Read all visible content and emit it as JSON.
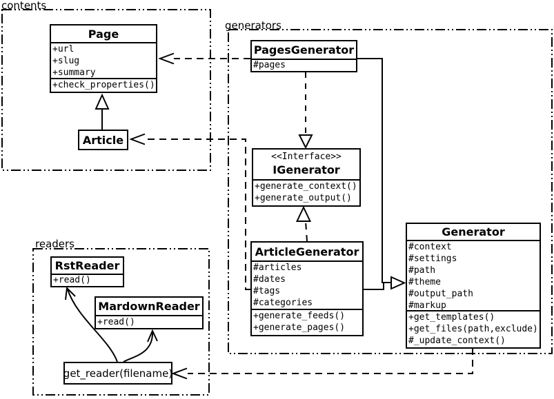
{
  "packages": {
    "contents": {
      "label": "contents"
    },
    "generators": {
      "label": "generators"
    },
    "readers": {
      "label": "readers"
    }
  },
  "classes": {
    "page": {
      "name": "Page",
      "attrs": [
        "+url",
        "+slug",
        "+summary"
      ],
      "methods": [
        "+check_properties()"
      ]
    },
    "article": {
      "name": "Article"
    },
    "pages_generator": {
      "name": "PagesGenerator",
      "attrs": [
        "#pages"
      ]
    },
    "igenerator": {
      "stereotype": "<<Interface>>",
      "name": "IGenerator",
      "methods": [
        "+generate_context()",
        "+generate_output()"
      ]
    },
    "article_generator": {
      "name": "ArticleGenerator",
      "attrs": [
        "#articles",
        "#dates",
        "#tags",
        "#categories"
      ],
      "methods": [
        "+generate_feeds()",
        "+generate_pages()"
      ]
    },
    "generator": {
      "name": "Generator",
      "attrs": [
        "#context",
        "#settings",
        "#path",
        "#theme",
        "#output_path",
        "#markup"
      ],
      "methods": [
        "+get_templates()",
        "+get_files(path,exclude)",
        "#_update_context()"
      ]
    },
    "rst_reader": {
      "name": "RstReader",
      "methods": [
        "+read()"
      ]
    },
    "mardown_reader": {
      "name": "MardownReader",
      "methods": [
        "+read()"
      ]
    },
    "get_reader": {
      "label": "get_reader(filename)"
    }
  },
  "colors": {
    "line": "#000000",
    "background": "#ffffff"
  }
}
